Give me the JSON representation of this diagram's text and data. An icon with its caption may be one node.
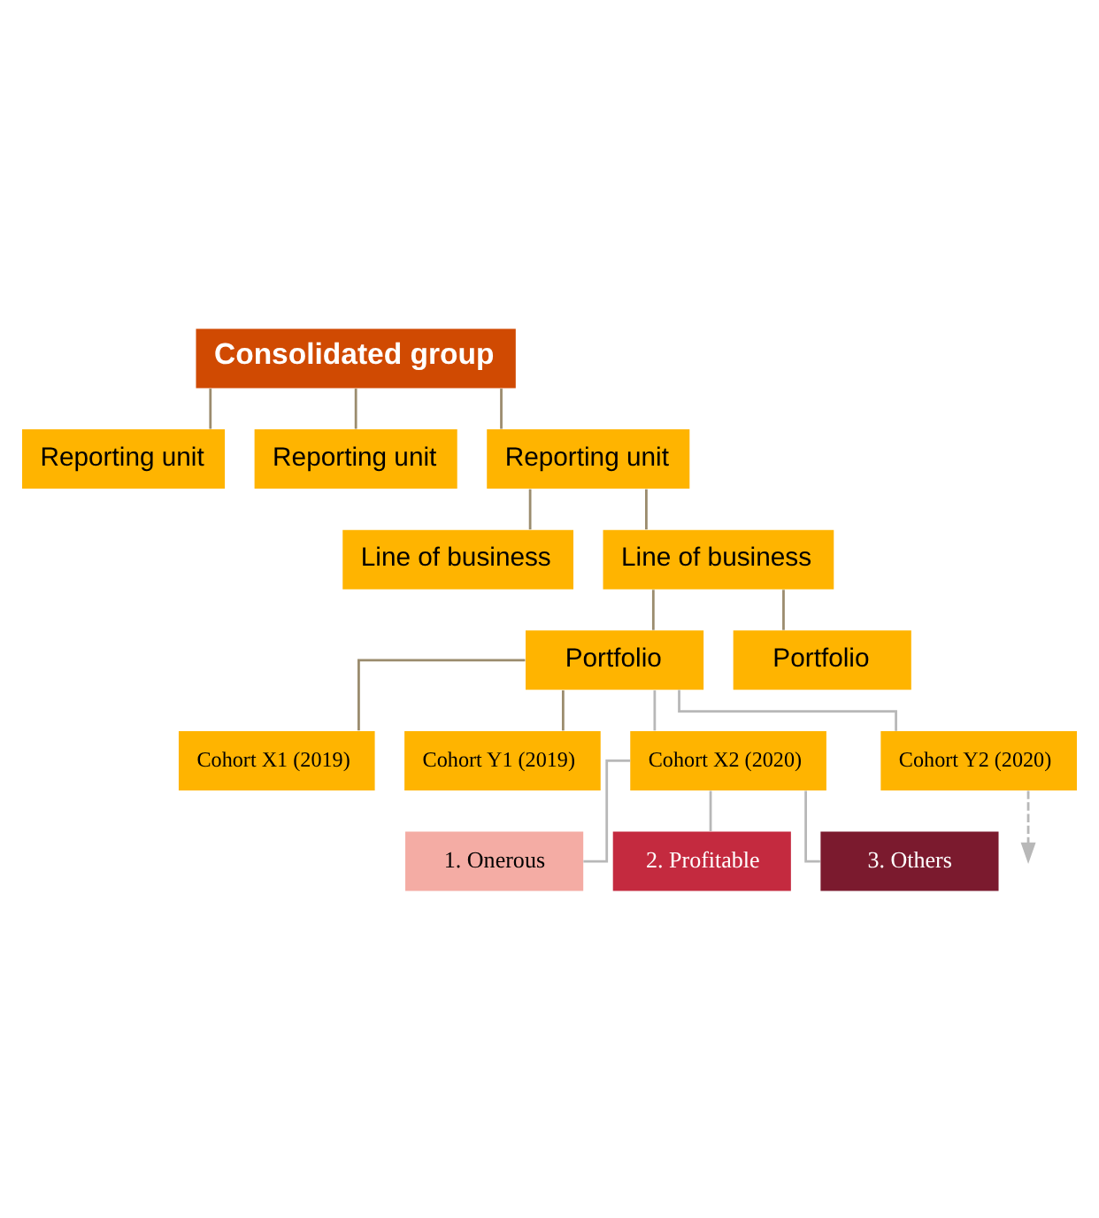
{
  "diagram": {
    "nodes": [
      {
        "text": [
          "Consolidated group"
        ]
      },
      {
        "text": [
          "Reporting unit"
        ]
      },
      {
        "text": [
          "Reporting unit"
        ]
      },
      {
        "text": [
          "Reporting unit"
        ]
      },
      {
        "text": [
          "Line of business"
        ]
      },
      {
        "text": [
          "Line of business"
        ]
      },
      {
        "text": [
          "Portfolio"
        ]
      },
      {
        "text": [
          "Portfolio"
        ]
      },
      {
        "text": [
          "Cohort X1 (2019)"
        ]
      },
      {
        "text": [
          "Cohort Y1 (2019)"
        ]
      },
      {
        "text": [
          "Cohort X2 (2020)"
        ]
      },
      {
        "text": [
          "Cohort Y2 (2020)"
        ]
      },
      {
        "text": [
          "1. Onerous"
        ]
      },
      {
        "text": [
          "2. Profitable"
        ]
      },
      {
        "text": [
          "3. Others"
        ]
      }
    ],
    "edges": [
      {
        "from": 0,
        "to": 1,
        "arrow": "none"
      },
      {
        "from": 0,
        "to": 2,
        "arrow": "none"
      },
      {
        "from": 0,
        "to": 3,
        "arrow": "none"
      },
      {
        "from": 3,
        "to": 4,
        "arrow": "none"
      },
      {
        "from": 3,
        "to": 5,
        "arrow": "none"
      },
      {
        "from": 5,
        "to": 6,
        "arrow": "none"
      },
      {
        "from": 5,
        "to": 7,
        "arrow": "none"
      },
      {
        "from": 6,
        "to": 8,
        "arrow": "none"
      },
      {
        "from": 6,
        "to": 9,
        "arrow": "none"
      },
      {
        "from": 6,
        "to": 10,
        "arrow": "none",
        "color": "#b8b8b8"
      },
      {
        "from": 6,
        "to": 11,
        "arrow": "none",
        "color": "#b8b8b8"
      },
      {
        "from": 10,
        "to": 12,
        "arrow": "none",
        "color": "#b8b8b8"
      },
      {
        "from": 10,
        "to": 13,
        "arrow": "none",
        "color": "#b8b8b8"
      },
      {
        "from": 10,
        "to": 14,
        "arrow": "none",
        "color": "#b8b8b8"
      },
      {
        "from": 11,
        "to": null,
        "arrow": "to",
        "style": "dashed",
        "color": "#b8b8b8"
      }
    ]
  }
}
